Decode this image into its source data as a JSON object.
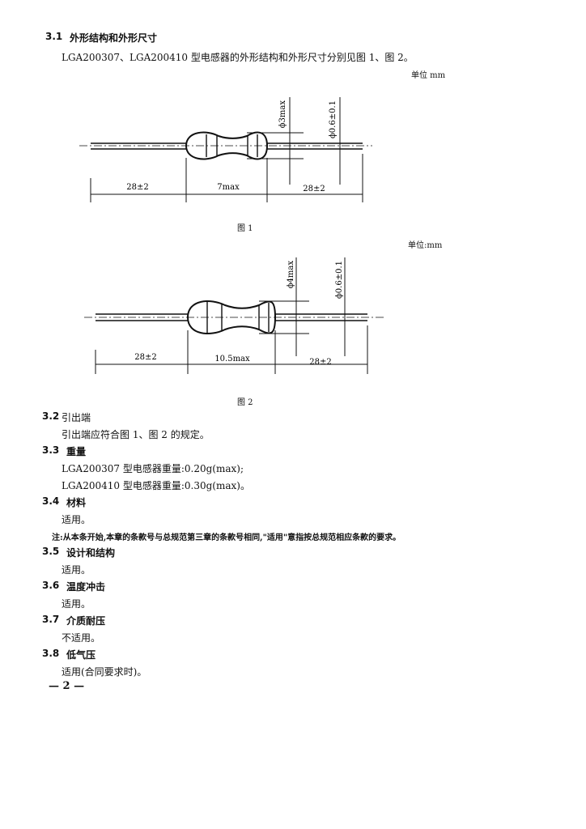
{
  "section_3_1": {
    "number": "3.1",
    "title": "外形结构和外形尺寸",
    "body": "LGA200307、LGA200410 型电感器的外形结构和外形尺寸分别见图 1、图 2。"
  },
  "figure1": {
    "unit": "单位 mm",
    "dim_body_diameter": "ϕ3max",
    "dim_lead_diameter": "ϕ0.6±0.1",
    "dim_left_lead": "28±2",
    "dim_body_length": "7max",
    "dim_right_lead": "28±2",
    "caption": "图 1"
  },
  "figure2": {
    "unit": "单位:mm",
    "dim_body_diameter": "ϕ4max",
    "dim_lead_diameter": "ϕ0.6±0.1",
    "dim_left_lead": "28±2",
    "dim_body_length": "10.5max",
    "dim_right_lead": "28±2",
    "caption": "图 2"
  },
  "section_3_2": {
    "number": "3.2",
    "title": "引出端",
    "body": "引出端应符合图 1、图 2 的规定。"
  },
  "section_3_3": {
    "number": "3.3",
    "title": "重量",
    "line1": "LGA200307 型电感器重量:0.20g(max);",
    "line2": "LGA200410 型电感器重量:0.30g(max)。"
  },
  "section_3_4": {
    "number": "3.4",
    "title": "材料",
    "body": "适用。",
    "note": "注:从本条开始,本章的条款号与总规范第三章的条款号相同,\"适用\"意指按总规范相应条款的要求。"
  },
  "section_3_5": {
    "number": "3.5",
    "title": "设计和结构",
    "body": "适用。"
  },
  "section_3_6": {
    "number": "3.6",
    "title": "温度冲击",
    "body": "适用。"
  },
  "section_3_7": {
    "number": "3.7",
    "title": "介质耐压",
    "body": "不适用。"
  },
  "section_3_8": {
    "number": "3.8",
    "title": "低气压",
    "body": "适用(合同要求时)。"
  },
  "page_number": "— 2 —"
}
